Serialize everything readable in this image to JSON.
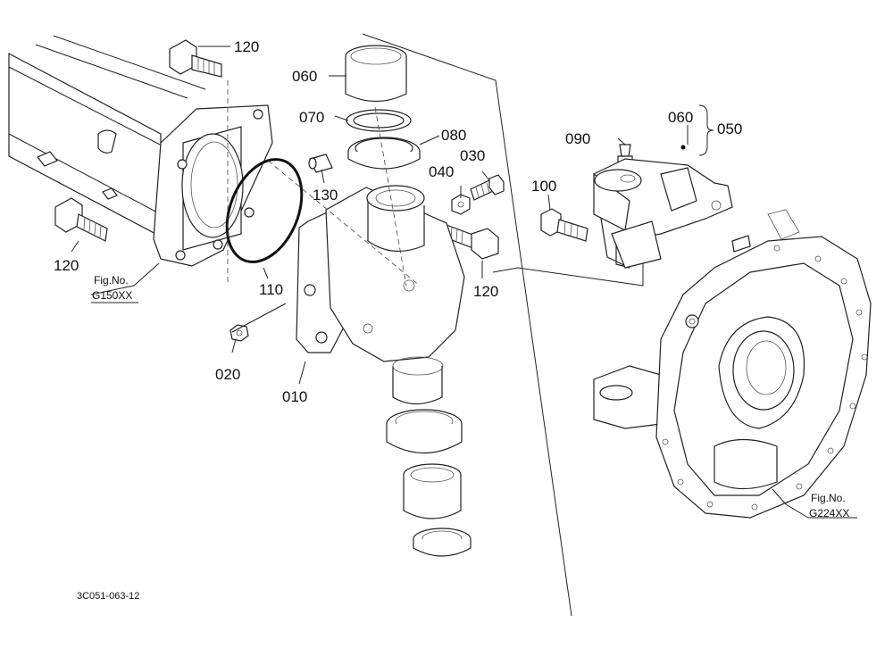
{
  "parts": [
    {
      "id": "p120a",
      "label": "120"
    },
    {
      "id": "p060a",
      "label": "060"
    },
    {
      "id": "p070",
      "label": "070"
    },
    {
      "id": "p080",
      "label": "080"
    },
    {
      "id": "p060b",
      "label": "060"
    },
    {
      "id": "p050",
      "label": "050"
    },
    {
      "id": "p090",
      "label": "090"
    },
    {
      "id": "p040",
      "label": "040"
    },
    {
      "id": "p030",
      "label": "030"
    },
    {
      "id": "p100",
      "label": "100"
    },
    {
      "id": "p130",
      "label": "130"
    },
    {
      "id": "p120b",
      "label": "120"
    },
    {
      "id": "p120c",
      "label": "120"
    },
    {
      "id": "p110",
      "label": "110"
    },
    {
      "id": "p020",
      "label": "020"
    },
    {
      "id": "p010",
      "label": "010"
    }
  ],
  "refs": {
    "left": {
      "line1": "Fig.No.",
      "line2": "G150XX"
    },
    "right": {
      "line1": "Fig.No.",
      "line2": "G224XX"
    }
  },
  "drawing_code": "3C051-063-12"
}
